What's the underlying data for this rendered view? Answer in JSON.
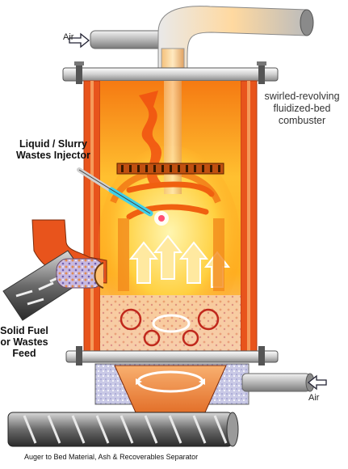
{
  "labels": {
    "air_top": "Air",
    "air_right": "Air",
    "combuster_line1": "swirled-revolving",
    "combuster_line2": "fluidized-bed",
    "combuster_line3": "combuster",
    "injector_line1": "Liquid / Slurry",
    "injector_line2": "Wastes Injector",
    "solid_line1": "Solid Fuel",
    "solid_line2": "or Wastes",
    "solid_line3": "Feed",
    "auger": "Auger to Bed Material, Ash & Recoverables Separator"
  },
  "colors": {
    "flame_core": "#fff2a0",
    "flame_mid": "#ffb020",
    "flame_outer": "#f06010",
    "wall": "#e8541c",
    "bed": "#f6c9a8",
    "steel": "#9a9a9a",
    "injector": "#3fd0e8"
  }
}
